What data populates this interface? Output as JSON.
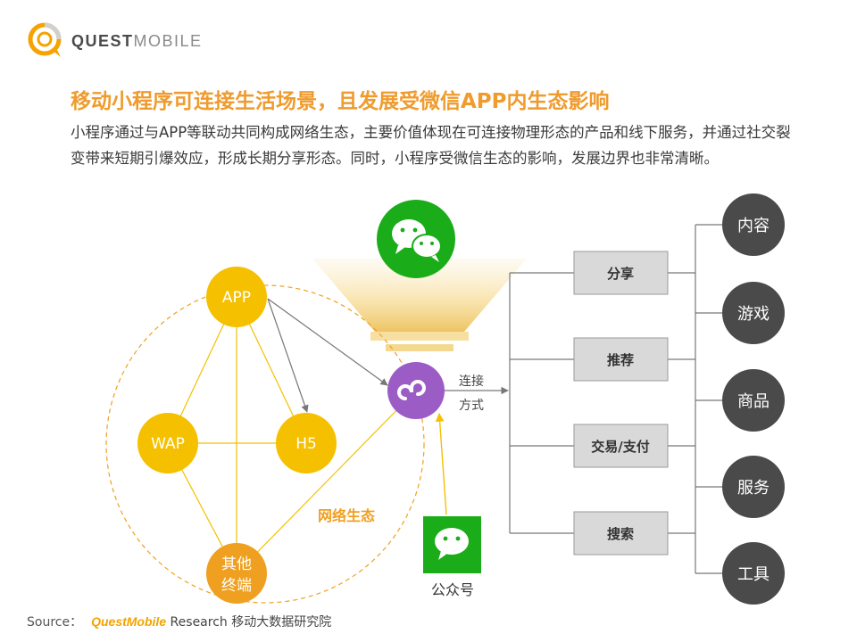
{
  "logo": {
    "brand_strong": "QUEST",
    "brand_light": "MOBILE"
  },
  "title": "移动小程序可连接生活场景，且发展受微信APP内生态影响",
  "description": "小程序通过与APP等联动共同构成网络生态，主要价值体现在可连接物理形态的产品和线下服务，并通过社交裂变带来短期引爆效应，形成长期分享形态。同时，小程序受微信生态的影响，发展边界也非常清晰。",
  "network": {
    "app": "APP",
    "wap": "WAP",
    "h5": "H5",
    "other_line1": "其他",
    "other_line2": "终端",
    "ecosystem_label": "网络生态"
  },
  "connect_label_line1": "连接",
  "connect_label_line2": "方式",
  "official_account_label": "公众号",
  "methods": [
    "分享",
    "推荐",
    "交易/支付",
    "搜索"
  ],
  "scenarios": [
    "内容",
    "游戏",
    "商品",
    "服务",
    "工具"
  ],
  "source": {
    "prefix": "Source：",
    "brand": "QuestMobile",
    "rest": " Research 移动大数据研究院"
  },
  "colors": {
    "accent_orange": "#ef9b2d",
    "node_yellow": "#f5c000",
    "other_orange": "#f0a020",
    "miniprogram_purple": "#9b5cc6",
    "wechat_green": "#1aad19",
    "scenario_dark": "#4a4a4a",
    "method_box": "#d9d9d9"
  },
  "icons": {
    "wechat": "wechat-icon",
    "miniprogram": "miniprogram-link-icon",
    "official_account": "wechat-official-account-icon",
    "logo": "questmobile-logo-icon"
  }
}
